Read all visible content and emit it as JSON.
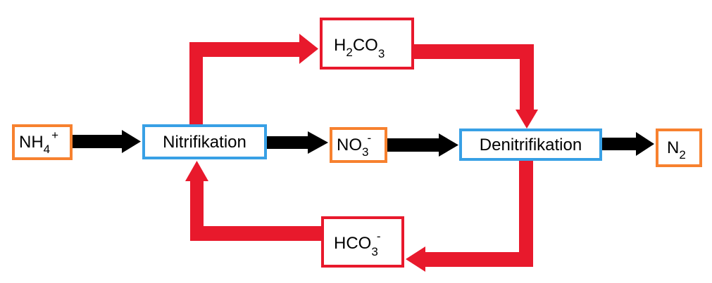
{
  "colors": {
    "substance": "#f7812f",
    "process": "#38a0e5",
    "carbon": "#e8192c",
    "flow": "#000000"
  },
  "nodes": {
    "nh4": {
      "base": "NH",
      "sub": "4",
      "sup": "+"
    },
    "nitrifikation": {
      "label": "Nitrifikation"
    },
    "no3": {
      "base": "NO",
      "sub": "3",
      "sup": "-"
    },
    "denitrifikation": {
      "label": "Denitrifikation"
    },
    "n2": {
      "base": "N",
      "sub": "2"
    },
    "h2co3": {
      "h": "H",
      "sub1": "2",
      "co": "CO",
      "sub2": "3"
    },
    "hco3": {
      "base": "HCO",
      "sub": "3",
      "sup": "-"
    }
  }
}
